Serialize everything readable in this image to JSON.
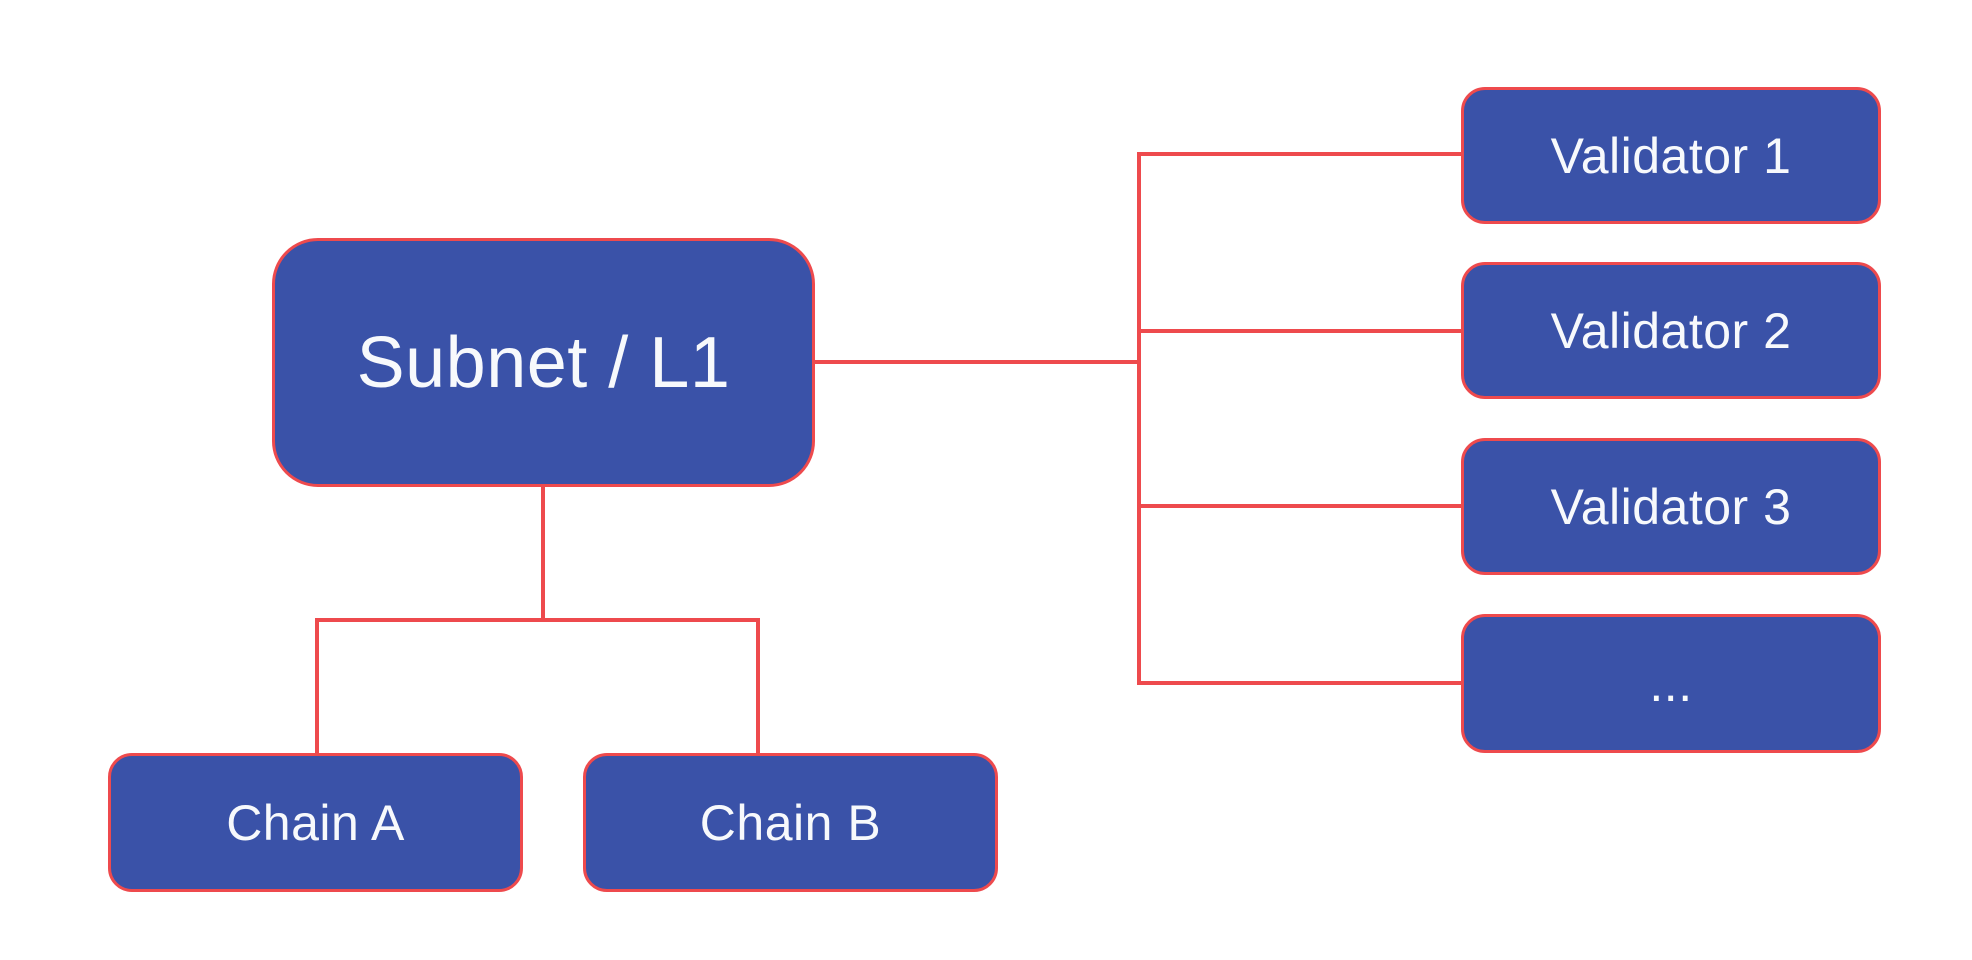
{
  "diagram": {
    "root": {
      "label": "Subnet / L1"
    },
    "chains": [
      {
        "label": "Chain A"
      },
      {
        "label": "Chain B"
      }
    ],
    "validators": [
      {
        "label": "Validator 1"
      },
      {
        "label": "Validator 2"
      },
      {
        "label": "Validator 3"
      },
      {
        "label": "..."
      }
    ]
  },
  "colors": {
    "node_fill": "#3a52a8",
    "node_border": "#ee4a4d",
    "connector": "#ee4a4d",
    "text_color": "#f7f9fc",
    "background": "#ffffff"
  }
}
